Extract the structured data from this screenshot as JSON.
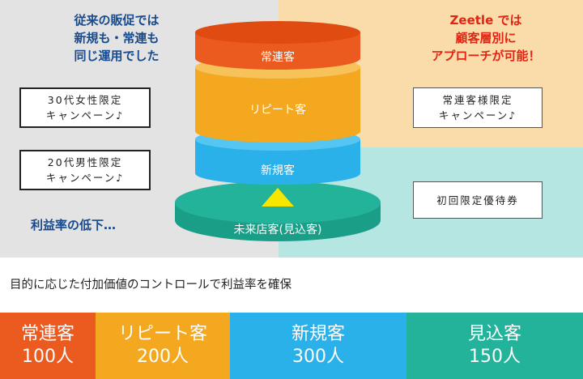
{
  "left_panel": {
    "headline": [
      "従来の販促では",
      "新規も・常連も",
      "同じ運用でした"
    ],
    "campaigns": [
      [
        "30代女性限定",
        "キャンペーン♪"
      ],
      [
        "20代男性限定",
        "キャンペーン♪"
      ]
    ],
    "note": "利益率の低下…"
  },
  "right_panel": {
    "headline": [
      "Zeetle では",
      "顧客層別に",
      "アプローチが可能！"
    ],
    "campaign_regular": [
      "常連客様限定",
      "キャンペーン♪"
    ],
    "campaign_first": "初回限定優待券"
  },
  "pyramid": {
    "tiers": [
      "常連客",
      "リピート客",
      "新規客",
      "未来店客(見込客)"
    ]
  },
  "caption": "目的に応じた付加価値のコントロールで利益率を確保",
  "segments": [
    {
      "name": "常連客",
      "count": "100人"
    },
    {
      "name": "リピート客",
      "count": "200人"
    },
    {
      "name": "新規客",
      "count": "300人"
    },
    {
      "name": "見込客",
      "count": "150人"
    }
  ],
  "colors": {
    "regular": "#eb5a1e",
    "repeat": "#f3a81f",
    "new": "#2bb1e9",
    "prospect": "#23b39a",
    "left_headline": "#184a8c",
    "right_headline": "#e32313"
  }
}
